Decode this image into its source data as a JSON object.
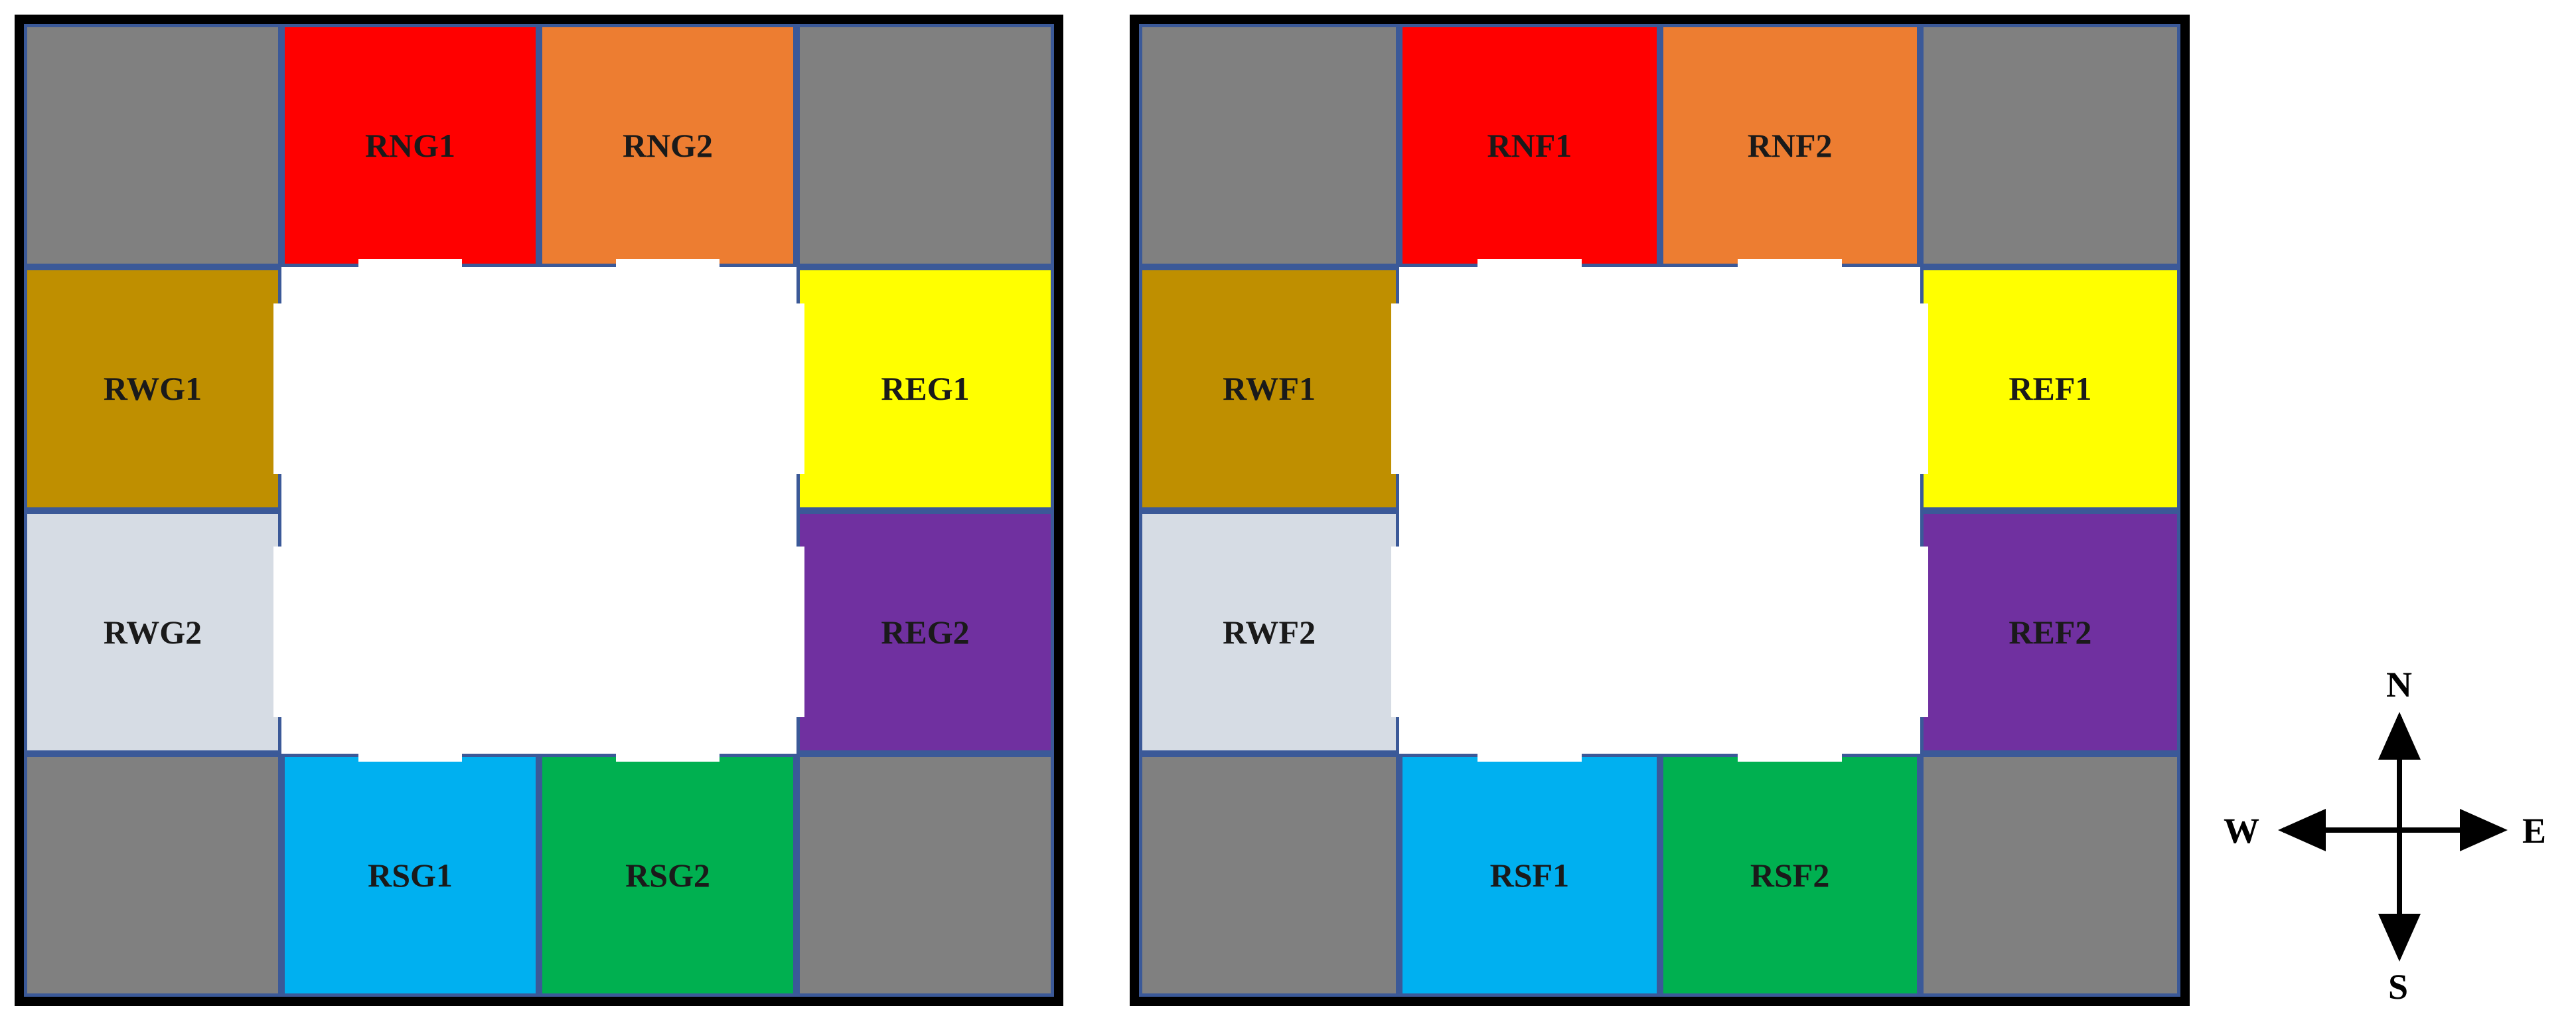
{
  "left_intersection": {
    "tiles": [
      {
        "id": "corner-nw",
        "label": "",
        "color": "#808080"
      },
      {
        "id": "n1",
        "label": "RNG1",
        "color": "#ff0000"
      },
      {
        "id": "n2",
        "label": "RNG2",
        "color": "#ed7d31"
      },
      {
        "id": "corner-ne",
        "label": "",
        "color": "#808080"
      },
      {
        "id": "w1",
        "label": "RWG1",
        "color": "#bf8f00"
      },
      {
        "id": "e1",
        "label": "REG1",
        "color": "#ffff00"
      },
      {
        "id": "w2",
        "label": "RWG2",
        "color": "#d6dce4"
      },
      {
        "id": "e2",
        "label": "REG2",
        "color": "#7030a0"
      },
      {
        "id": "corner-sw",
        "label": "",
        "color": "#808080"
      },
      {
        "id": "s1",
        "label": "RSG1",
        "color": "#00b0f0"
      },
      {
        "id": "s2",
        "label": "RSG2",
        "color": "#00b050"
      },
      {
        "id": "corner-se",
        "label": "",
        "color": "#808080"
      }
    ]
  },
  "right_intersection": {
    "tiles": [
      {
        "id": "corner-nw",
        "label": "",
        "color": "#808080"
      },
      {
        "id": "n1",
        "label": "RNF1",
        "color": "#ff0000"
      },
      {
        "id": "n2",
        "label": "RNF2",
        "color": "#ed7d31"
      },
      {
        "id": "corner-ne",
        "label": "",
        "color": "#808080"
      },
      {
        "id": "w1",
        "label": "RWF1",
        "color": "#bf8f00"
      },
      {
        "id": "e1",
        "label": "REF1",
        "color": "#ffff00"
      },
      {
        "id": "w2",
        "label": "RWF2",
        "color": "#d6dce4"
      },
      {
        "id": "e2",
        "label": "REF2",
        "color": "#7030a0"
      },
      {
        "id": "corner-sw",
        "label": "",
        "color": "#808080"
      },
      {
        "id": "s1",
        "label": "RSF1",
        "color": "#00b0f0"
      },
      {
        "id": "s2",
        "label": "RSF2",
        "color": "#00b050"
      },
      {
        "id": "corner-se",
        "label": "",
        "color": "#808080"
      }
    ]
  },
  "compass": {
    "north": "N",
    "south": "S",
    "east": "E",
    "west": "W"
  }
}
